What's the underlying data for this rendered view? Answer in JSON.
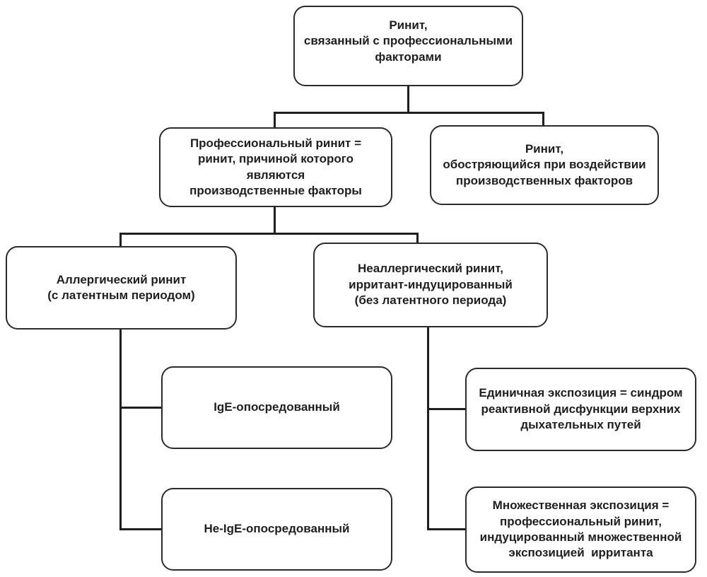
{
  "colors": {
    "background": "#ffffff",
    "box_fill": "#ffffff",
    "box_border": "#2b2b2b",
    "text": "#1f1f1f",
    "line": "#1f1f1f"
  },
  "diagram": {
    "type": "flowchart-tree",
    "language": "ru",
    "nodes": {
      "root": {
        "label": "Ринит,\nсвязанный с профессиональными\nфакторами"
      },
      "professional": {
        "label": "Профессиональный ринит =\nринит, причиной которого являются\nпроизводственные факторы"
      },
      "exacerbated": {
        "label": "Ринит,\nобостряющийся при воздействии\nпроизводственных факторов"
      },
      "allergic": {
        "label": "Аллергический ринит\n(с латентным периодом)"
      },
      "nonallergic": {
        "label": "Неаллергический ринит,\nирритант-индуцированный\n(без латентного периода)"
      },
      "ige": {
        "label": "IgE-опосредованный"
      },
      "non_ige": {
        "label": "Не-IgE-опосредованный"
      },
      "single_exposure": {
        "label": "Единичная экспозиция = синдром\nреактивной дисфункции верхних\nдыхательных путей"
      },
      "multiple_exposure": {
        "label": "Множественная экспозиция =\nпрофессиональный ринит,\nиндуцированный множественной\nэкспозицией  ирританта"
      }
    },
    "edges": [
      [
        "root",
        "professional"
      ],
      [
        "root",
        "exacerbated"
      ],
      [
        "professional",
        "allergic"
      ],
      [
        "professional",
        "nonallergic"
      ],
      [
        "allergic",
        "ige"
      ],
      [
        "allergic",
        "non_ige"
      ],
      [
        "nonallergic",
        "single_exposure"
      ],
      [
        "nonallergic",
        "multiple_exposure"
      ]
    ]
  }
}
